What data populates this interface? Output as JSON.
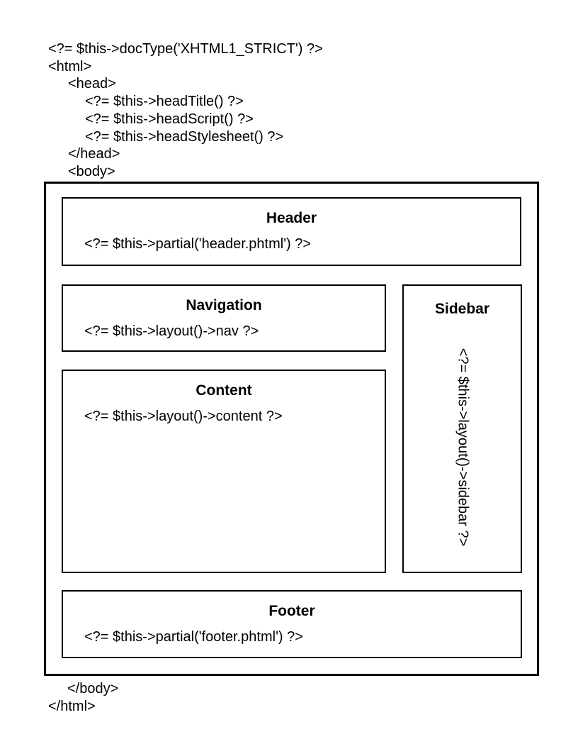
{
  "colors": {
    "background": "#ffffff",
    "line": "#000000",
    "text": "#000000"
  },
  "code_top": {
    "lines": [
      "<?= $this->docType('XHTML1_STRICT') ?>",
      "<html>",
      "<head>",
      "<?= $this->headTitle() ?>",
      "<?= $this->headScript() ?>",
      "<?= $this->headStylesheet() ?>",
      "</head>",
      "<body>"
    ]
  },
  "diagram": {
    "header": {
      "title": "Header",
      "code": "<?= $this->partial('header.phtml') ?>"
    },
    "navigation": {
      "title": "Navigation",
      "code": "<?= $this->layout()->nav ?>"
    },
    "content": {
      "title": "Content",
      "code": "<?= $this->layout()->content ?>"
    },
    "sidebar": {
      "title": "Sidebar",
      "code": "<?= $this->layout()->sidebar ?>"
    },
    "footer": {
      "title": "Footer",
      "code": "<?= $this->partial('footer.phtml') ?>"
    }
  },
  "code_bottom": {
    "lines": [
      "</body>",
      "</html>"
    ]
  }
}
